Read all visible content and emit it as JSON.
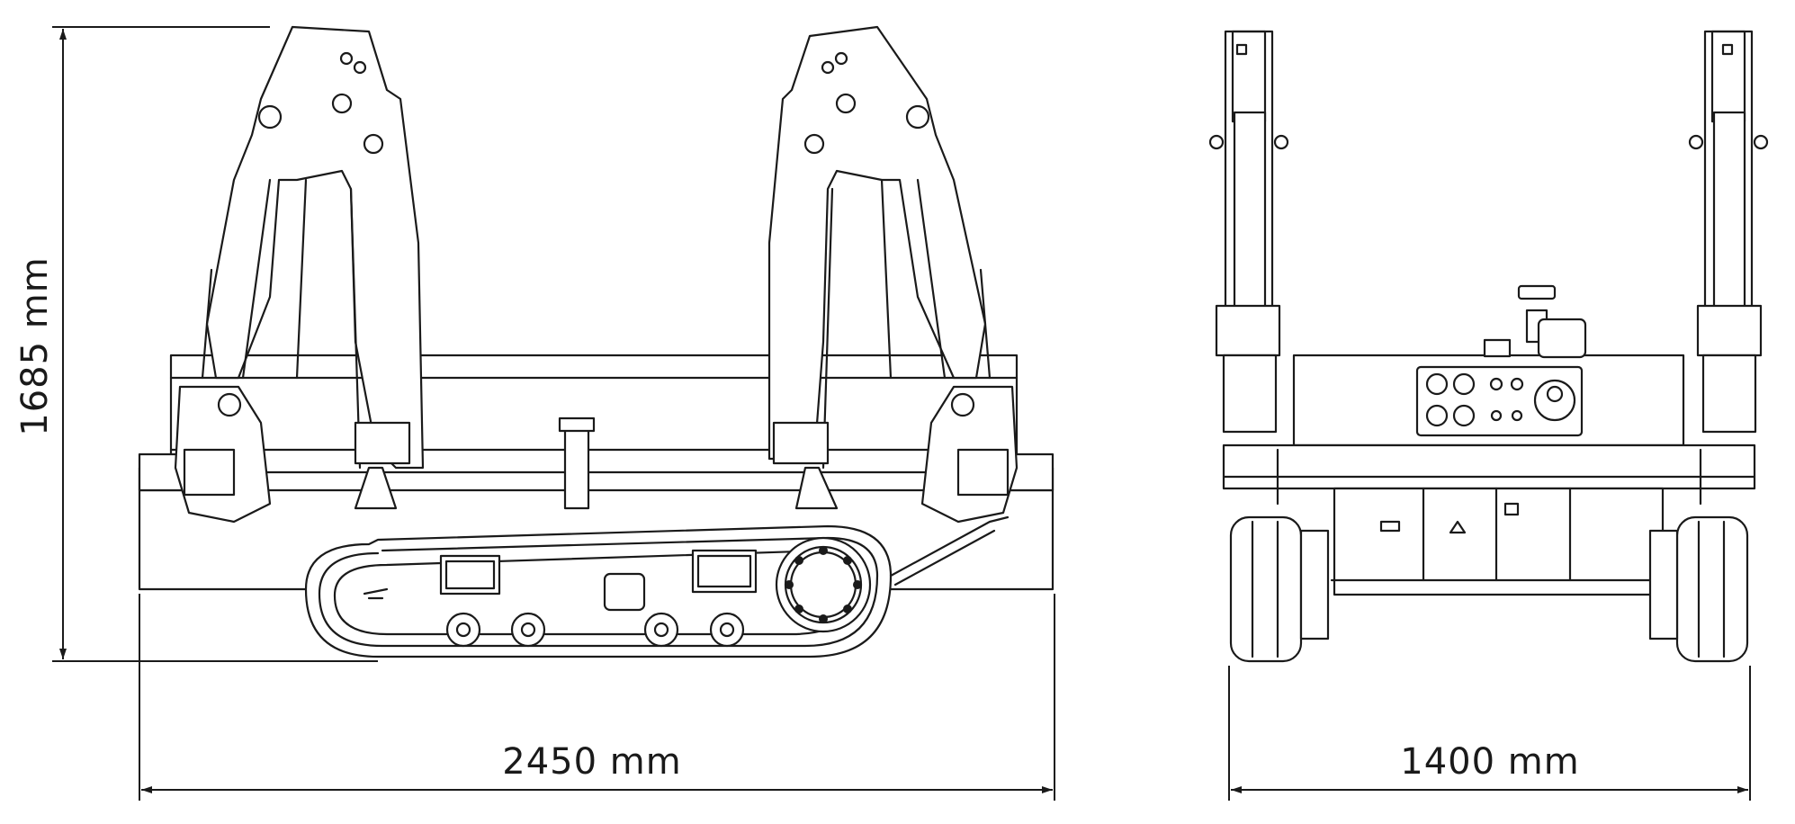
{
  "dimensions": {
    "side_width": "2450 mm",
    "side_height": "1685 mm",
    "front_width": "1400 mm"
  },
  "colors": {
    "line": "#1a1a1a",
    "background": "#ffffff"
  }
}
